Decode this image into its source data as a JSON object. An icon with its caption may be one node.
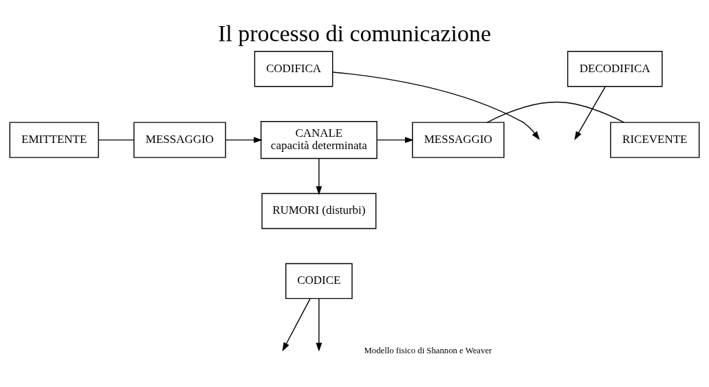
{
  "diagram": {
    "title": "Il processo di comunicazione",
    "caption": "Modello fisico di Shannon e Weaver",
    "nodes": [
      {
        "text": [
          "CODIFICA"
        ]
      },
      {
        "text": [
          "DECODIFICA"
        ]
      },
      {
        "text": [
          "EMITTENTE"
        ]
      },
      {
        "text": [
          "MESSAGGIO"
        ]
      },
      {
        "text": [
          "CANALE",
          "capacità determinata"
        ]
      },
      {
        "text": [
          "MESSAGGIO"
        ]
      },
      {
        "text": [
          "RICEVENTE"
        ]
      },
      {
        "text": [
          "RUMORI (disturbi)"
        ]
      },
      {
        "text": [
          "CODICE"
        ]
      }
    ],
    "edges": [
      {
        "from": 2,
        "to": 3,
        "arrow": "none"
      },
      {
        "from": 0,
        "to": null,
        "arrow": "to"
      },
      {
        "from": 3,
        "to": 4,
        "arrow": "to"
      },
      {
        "from": 4,
        "to": 5,
        "arrow": "to"
      },
      {
        "from": 5,
        "to": 6,
        "arrow": "none"
      },
      {
        "from": 1,
        "to": null,
        "arrow": "to"
      },
      {
        "from": 4,
        "to": 7,
        "arrow": "to"
      },
      {
        "from": 8,
        "to": null,
        "arrow": "to"
      },
      {
        "from": 8,
        "to": null,
        "arrow": "to"
      }
    ]
  }
}
